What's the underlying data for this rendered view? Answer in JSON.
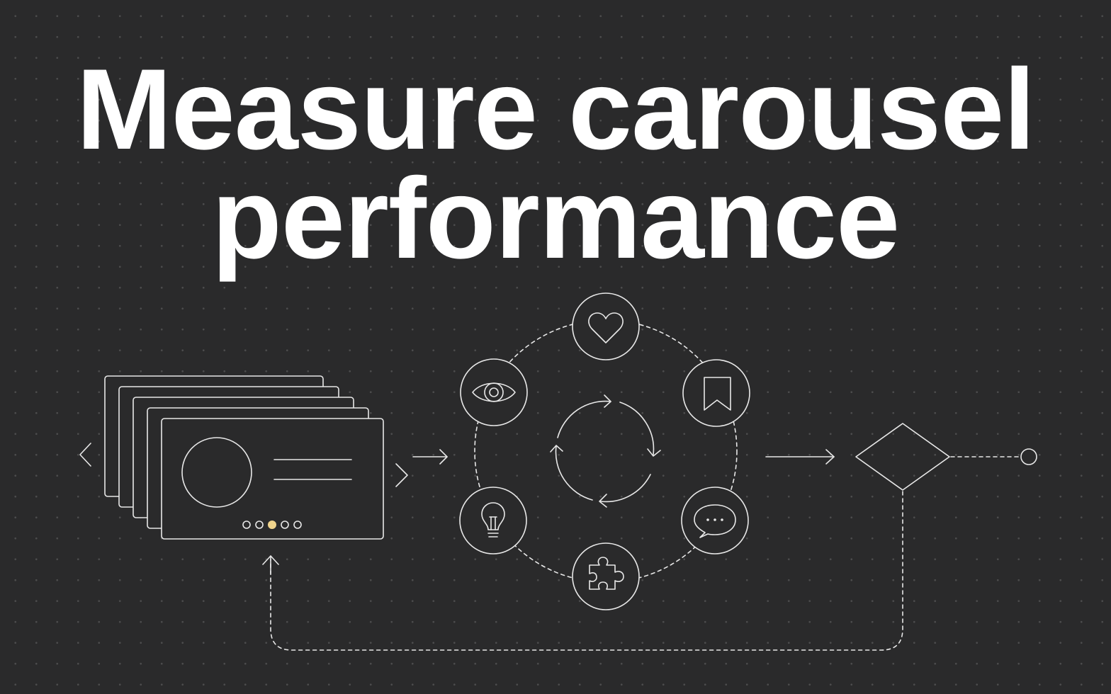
{
  "title": {
    "line1": "Measure carousel",
    "line2": "performance"
  },
  "diagram": {
    "carousel": {
      "slide_count": 5,
      "pagination_dots": 5,
      "active_dot_index": 2,
      "nav_prev_icon": "chevron-left-icon",
      "nav_next_icon": "chevron-right-icon"
    },
    "engagement_cycle_icons": [
      "heart-icon",
      "bookmark-icon",
      "chat-bubble-icon",
      "puzzle-icon",
      "lightbulb-icon",
      "eye-icon"
    ],
    "center_icon": "refresh-cycle-icon",
    "decision_shape": "diamond",
    "end_shape": "circle"
  },
  "colors": {
    "background": "#2a2a2b",
    "line": "#e8e8e8",
    "text": "#ffffff",
    "active_dot": "#f0d48c",
    "grid_dot": "#4a4a4b"
  }
}
